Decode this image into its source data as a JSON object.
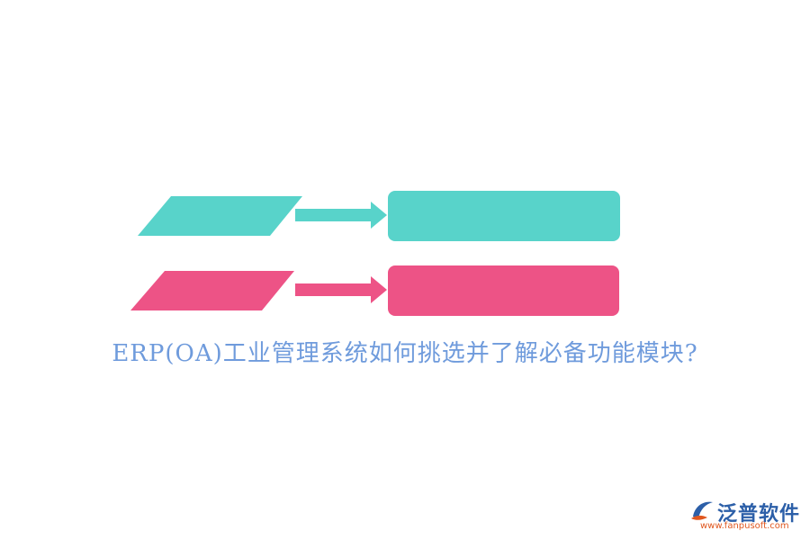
{
  "colors": {
    "teal": "#58d3ca",
    "pink": "#ed5386",
    "title": "#6f9bdc",
    "logo_blue": "#2c5fa8",
    "logo_orange": "#e0571f"
  },
  "rows": [
    {
      "name": "row-1",
      "color": "teal"
    },
    {
      "name": "row-2",
      "color": "pink"
    }
  ],
  "title": "ERP(OA)工业管理系统如何挑选并了解必备功能模块?",
  "logo": {
    "icon": "fanpu-logo-icon",
    "name": "泛普软件",
    "url": "www.fanpusoft.com"
  }
}
